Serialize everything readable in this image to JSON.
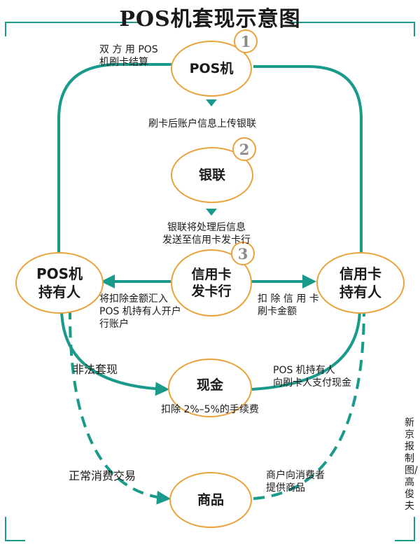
{
  "title": "POS机套现示意图",
  "nodes": {
    "pos_machine": {
      "label": "POS机",
      "step": "1"
    },
    "unionpay": {
      "label": "银联",
      "step": "2"
    },
    "issuer": {
      "label": "信用卡\n发卡行",
      "step": "3"
    },
    "pos_holder": {
      "label": "POS机\n持有人"
    },
    "card_holder": {
      "label": "信用卡\n持有人"
    },
    "cash": {
      "label": "现金"
    },
    "goods": {
      "label": "商品"
    }
  },
  "labels": {
    "both_settle": "双 方 用 POS\n机刷卡结算",
    "upload_unionpay": "刷卡后账户信息上传银联",
    "unionpay_to_issuer": "银联将处理后信息\n发送至信用卡发卡行",
    "deduct_to_pos": "将扣除金额汇入\nPOS 机持有人开户\n行账户",
    "deduct_card": "扣 除 信 用 卡\n刷卡金额",
    "illegal_cashout": "非法套现",
    "pay_cash": "POS 机持有人\n向刷卡人支付现金",
    "fee": "扣除 2%–5%的手续费",
    "normal_trade": "正常消费交易",
    "merchant_goods": "商户向消费者\n提供商品"
  },
  "credit": "新京报制图/高俊夫",
  "colors": {
    "teal": "#1a9a8a",
    "orange": "#e8a33c",
    "badge_text": "#8a8a8a"
  },
  "icons": [
    "arrow-down-icon",
    "arrow-left-icon",
    "arrow-right-icon"
  ]
}
